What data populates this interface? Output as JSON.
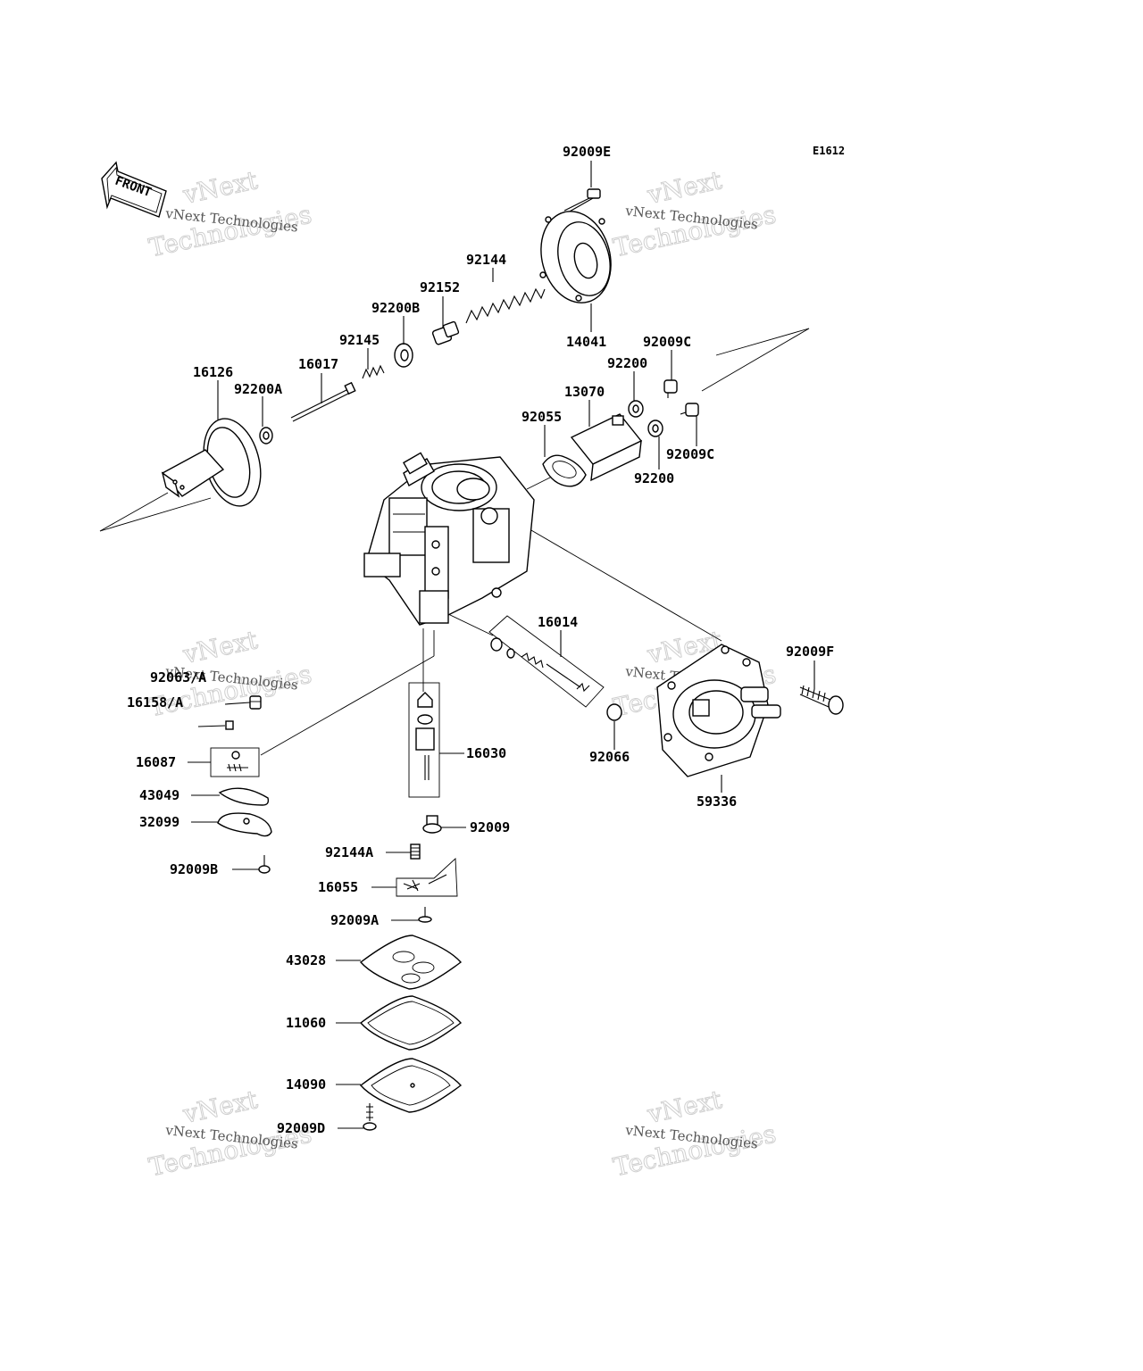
{
  "diagram_code": "E1612",
  "front_label": "FRONT",
  "watermark": {
    "line1": "vNext Technologies",
    "line2": "vNext",
    "line3": "Technologies"
  },
  "labels": {
    "p92009E": "92009E",
    "p92144": "92144",
    "p92152": "92152",
    "p92200B": "92200B",
    "p92145": "92145",
    "p16017": "16017",
    "p16126": "16126",
    "p92200A": "92200A",
    "p14041": "14041",
    "p92009C_top": "92009C",
    "p92200_top": "92200",
    "p13070": "13070",
    "p92055": "92055",
    "p92009C_bot": "92009C",
    "p92200_bot": "92200",
    "p16014": "16014",
    "p92009F": "92009F",
    "p92063A": "92063/A",
    "p16158A": "16158/A",
    "p16087": "16087",
    "p16030": "16030",
    "p92066": "92066",
    "p59336": "59336",
    "p43049": "43049",
    "p32099": "32099",
    "p92009": "92009",
    "p92009B": "92009B",
    "p92144A": "92144A",
    "p16055": "16055",
    "p92009A": "92009A",
    "p43028": "43028",
    "p11060": "11060",
    "p14090": "14090",
    "p92009D": "92009D"
  }
}
